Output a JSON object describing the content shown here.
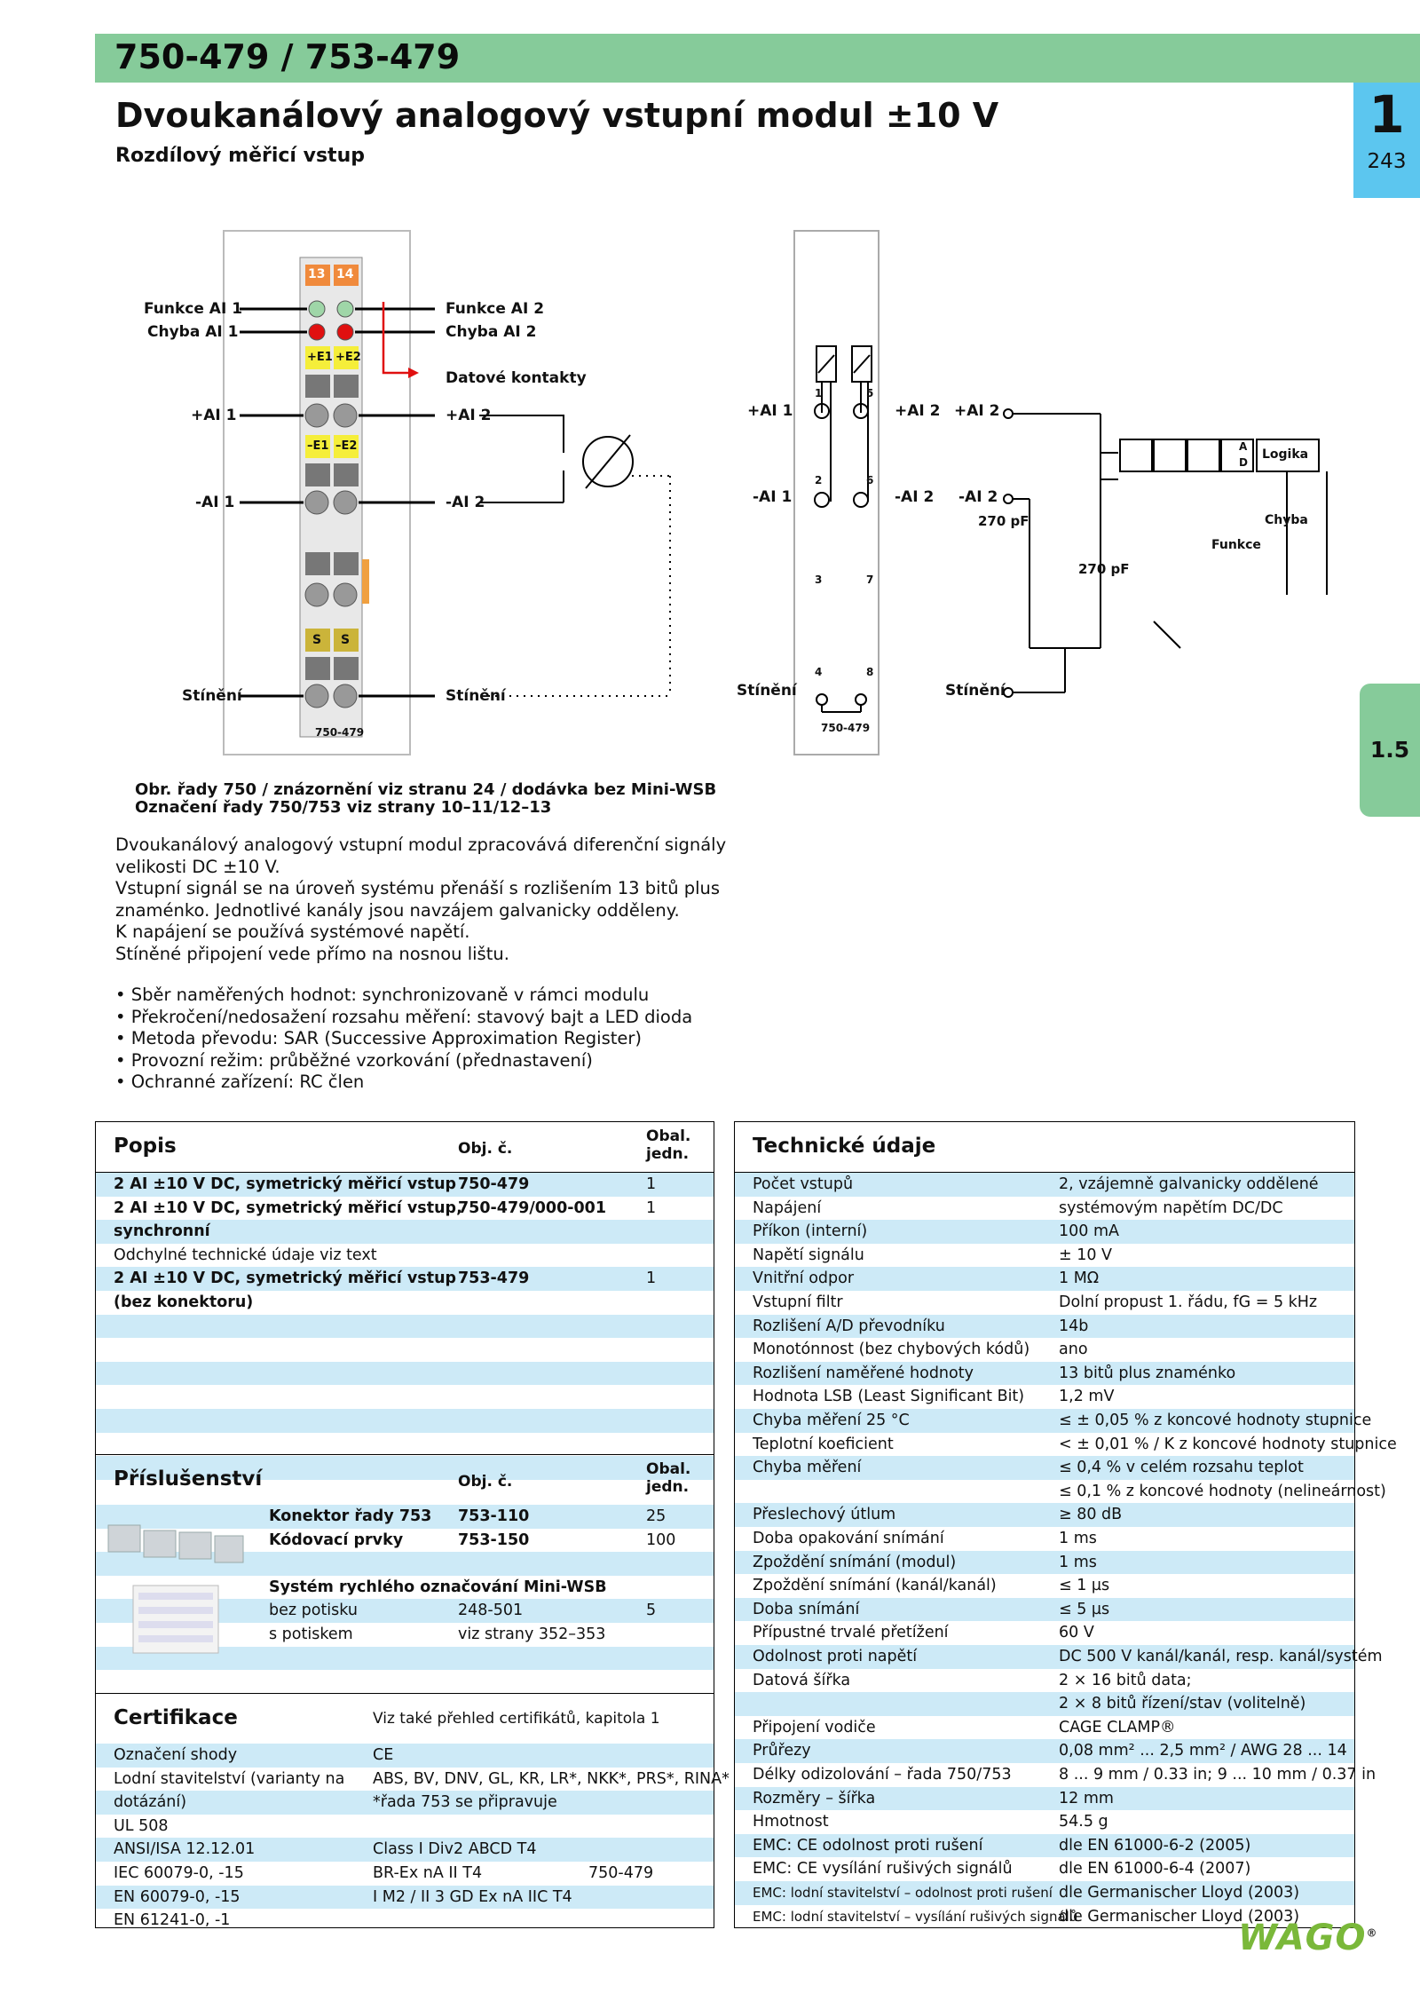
{
  "header": {
    "part_numbers": "750-479 / 753-479",
    "title": "Dvoukanálový analogový vstupní modul ±10 V",
    "subtitle": "Rozdílový měřicí vstup"
  },
  "tabs": {
    "chapter": "1",
    "page": "243",
    "section": "1.5"
  },
  "diagram_left": {
    "terminals_top": [
      "13",
      "14"
    ],
    "labels_left": [
      "Funkce AI 1",
      "Chyba AI 1",
      "+AI 1",
      "-AI 1",
      "Stínění"
    ],
    "labels_right": [
      "Funkce AI 2",
      "Chyba AI 2",
      "Datové kontakty",
      "+AI 2",
      "-AI 2",
      "Stínění"
    ],
    "terminal_marks": [
      "+E1",
      "+E2",
      "–E1",
      "–E2",
      "S",
      "S"
    ],
    "module_name": "750-479"
  },
  "diagram_right": {
    "labels": [
      "+AI 1",
      "-AI 1",
      "Stínění",
      "+AI 2",
      "-AI 2",
      "+AI 2",
      "-AI 2",
      "Stínění",
      "270 pF",
      "270 pF",
      "Logika",
      "Chyba",
      "Funkce",
      "A",
      "D"
    ],
    "pins": [
      "1",
      "2",
      "3",
      "4",
      "5",
      "6",
      "7",
      "8"
    ],
    "module_name": "750-479"
  },
  "caption": [
    "Obr. řady 750 / znázornění viz stranu 24 / dodávka bez Mini-WSB",
    "Označení řady 750/753 viz strany 10–11/12–13"
  ],
  "description": [
    "Dvoukanálový analogový vstupní modul zpracovává diferenční signály",
    "velikosti DC ±10 V.",
    "Vstupní signál se na úroveň systému přenáší s rozlišením 13 bitů plus",
    "znaménko. Jednotlivé kanály jsou navzájem galvanicky odděleny.",
    "K napájení se používá systémové napětí.",
    "Stíněné připojení vede přímo na nosnou lištu."
  ],
  "features": [
    "Sběr naměřených hodnot: synchronizovaně v rámci modulu",
    "Překročení/nedosažení rozsahu měření: stavový bajt a LED dioda",
    "Metoda převodu: SAR (Successive Approximation Register)",
    "Provozní režim: průběžné vzorkování (přednastavení)",
    "Ochranné zařízení: RC člen"
  ],
  "popis": {
    "title": "Popis",
    "col2": "Obj. č.",
    "col3_l1": "Obal.",
    "col3_l2": "jedn.",
    "rows": [
      {
        "a": "2 AI ±10 V DC, symetrický měřicí vstup",
        "b": "750-479",
        "c": "1",
        "bold": true
      },
      {
        "a": "2 AI ±10 V DC, symetrický měřicí vstup,",
        "b": "750-479/000-001",
        "c": "1",
        "bold": true
      },
      {
        "a": "synchronní",
        "b": "",
        "c": "",
        "bold": true
      },
      {
        "a": "Odchylné technické údaje viz text",
        "b": "",
        "c": "",
        "bold": false
      },
      {
        "a": "2 AI ±10 V DC, symetrický měřicí vstup",
        "b": "753-479",
        "c": "1",
        "bold": true
      },
      {
        "a": "(bez konektoru)",
        "b": "",
        "c": "",
        "bold": true
      }
    ]
  },
  "prislusenstvi": {
    "title": "Příslušenství",
    "col2": "Obj. č.",
    "col3_l1": "Obal.",
    "col3_l2": "jedn.",
    "rows": [
      {
        "a": "Konektor řady 753",
        "b": "753-110",
        "c": "25",
        "bold": true
      },
      {
        "a": "Kódovací prvky",
        "b": "753-150",
        "c": "100",
        "bold": true
      },
      {
        "a": "",
        "b": "",
        "c": "",
        "bold": false
      },
      {
        "a": "Systém rychlého označování Mini-WSB",
        "b": "",
        "c": "",
        "bold": true
      },
      {
        "a": "bez potisku",
        "b": "248-501",
        "c": "5",
        "bold": false
      },
      {
        "a": "s potiskem",
        "b": "viz strany 352–353",
        "c": "",
        "bold": false
      }
    ]
  },
  "certifikace": {
    "title": "Certifikace",
    "note": "Viz také přehled certifikátů, kapitola 1",
    "rows": [
      {
        "a": "Označení shody",
        "b": "CE",
        "c": ""
      },
      {
        "a": "Lodní stavitelství (varianty na",
        "b": "ABS, BV, DNV, GL, KR, LR*, NKK*, PRS*, RINA*",
        "c": ""
      },
      {
        "a": "dotázání)",
        "b": "*řada 753 se připravuje",
        "c": ""
      },
      {
        "a": "UL 508",
        "b": "",
        "c": ""
      },
      {
        "a": "ANSI/ISA 12.12.01",
        "b": "Class I Div2 ABCD T4",
        "c": ""
      },
      {
        "a": "IEC 60079-0, -15",
        "b": "BR-Ex nA II T4",
        "c": "750-479"
      },
      {
        "a": "EN 60079-0, -15",
        "b": "I M2 / II 3 GD Ex nA IIC T4",
        "c": ""
      },
      {
        "a": "EN 61241-0, -1",
        "b": "",
        "c": ""
      }
    ]
  },
  "technicke": {
    "title": "Technické údaje",
    "rows": [
      {
        "a": "Počet vstupů",
        "b": "2, vzájemně galvanicky oddělené"
      },
      {
        "a": "Napájení",
        "b": "systémovým napětím DC/DC"
      },
      {
        "a": "Příkon (interní)",
        "b": "100 mA"
      },
      {
        "a": "Napětí signálu",
        "b": "± 10 V"
      },
      {
        "a": "Vnitřní odpor",
        "b": "1 MΩ"
      },
      {
        "a": "Vstupní filtr",
        "b": "Dolní propust 1. řádu, fG = 5 kHz"
      },
      {
        "a": "Rozlišení A/D převodníku",
        "b": "14b"
      },
      {
        "a": "Monotónnost (bez chybových kódů)",
        "b": "ano"
      },
      {
        "a": "Rozlišení naměřené hodnoty",
        "b": "13 bitů plus znaménko"
      },
      {
        "a": "Hodnota LSB (Least Significant Bit)",
        "b": "1,2 mV"
      },
      {
        "a": "Chyba měření 25 °C",
        "b": "≤ ± 0,05 % z koncové hodnoty stupnice"
      },
      {
        "a": "Teplotní koeficient",
        "b": "< ± 0,01 % / K z koncové hodnoty stupnice"
      },
      {
        "a": "Chyba měření",
        "b": "≤ 0,4 % v celém rozsahu teplot"
      },
      {
        "a": "",
        "b": "≤ 0,1 % z koncové hodnoty (nelineárnost)"
      },
      {
        "a": "Přeslechový útlum",
        "b": "≥ 80 dB"
      },
      {
        "a": "Doba opakování snímání",
        "b": "1 ms"
      },
      {
        "a": "Zpoždění snímání (modul)",
        "b": "1 ms"
      },
      {
        "a": "Zpoždění snímání (kanál/kanál)",
        "b": "≤ 1 µs"
      },
      {
        "a": "Doba snímání",
        "b": "≤ 5 µs"
      },
      {
        "a": "Přípustné trvalé přetížení",
        "b": "60 V"
      },
      {
        "a": "Odolnost proti napětí",
        "b": "DC 500 V kanál/kanál, resp. kanál/systém"
      },
      {
        "a": "Datová šířka",
        "b": "2 × 16 bitů data;"
      },
      {
        "a": "",
        "b": "2 × 8 bitů řízení/stav (volitelně)"
      },
      {
        "a": "Připojení vodiče",
        "b": "CAGE CLAMP®"
      },
      {
        "a": "Průřezy",
        "b": "0,08 mm² ... 2,5 mm² / AWG 28 ... 14"
      },
      {
        "a": "Délky odizolování – řada 750/753",
        "b": "8 ... 9 mm / 0.33 in; 9 ... 10 mm / 0.37 in"
      },
      {
        "a": "Rozměry – šířka",
        "b": "12 mm"
      },
      {
        "a": "Hmotnost",
        "b": "54.5 g"
      },
      {
        "a": "EMC: CE odolnost proti rušení",
        "b": "dle EN 61000-6-2 (2005)"
      },
      {
        "a": "EMC: CE vysílání rušivých signálů",
        "b": "dle EN 61000-6-4 (2007)"
      },
      {
        "a": "EMC: lodní stavitelství – odolnost proti rušení",
        "b": "dle Germanischer Lloyd (2003)"
      },
      {
        "a": "EMC: lodní stavitelství – vysílání rušivých signálů",
        "b": "dle Germanischer Lloyd (2003)"
      }
    ]
  },
  "logo": "WAGO",
  "colors": {
    "green": "#86cb9a",
    "blue_tab": "#5cc6ef",
    "row_stripe": "#cdeaf7"
  }
}
